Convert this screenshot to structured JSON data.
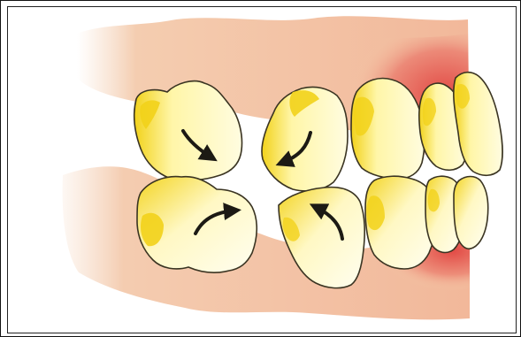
{
  "image": {
    "subject": "teeth-tipping-illustration",
    "palette": {
      "gum_light": "#f4c9a8",
      "gum_red": "#e24a45",
      "tooth_fill": "#fff8b8",
      "tooth_shade": "#f2d21a",
      "outline": "#3a3422",
      "arrow": "#1c1a14",
      "background": "#ffffff"
    },
    "arrows": [
      {
        "name": "upper-left-arrow",
        "direction": "down-right"
      },
      {
        "name": "upper-middle-arrow",
        "direction": "down-left"
      },
      {
        "name": "lower-left-arrow",
        "direction": "up-right"
      },
      {
        "name": "lower-middle-arrow",
        "direction": "up-left"
      }
    ]
  }
}
